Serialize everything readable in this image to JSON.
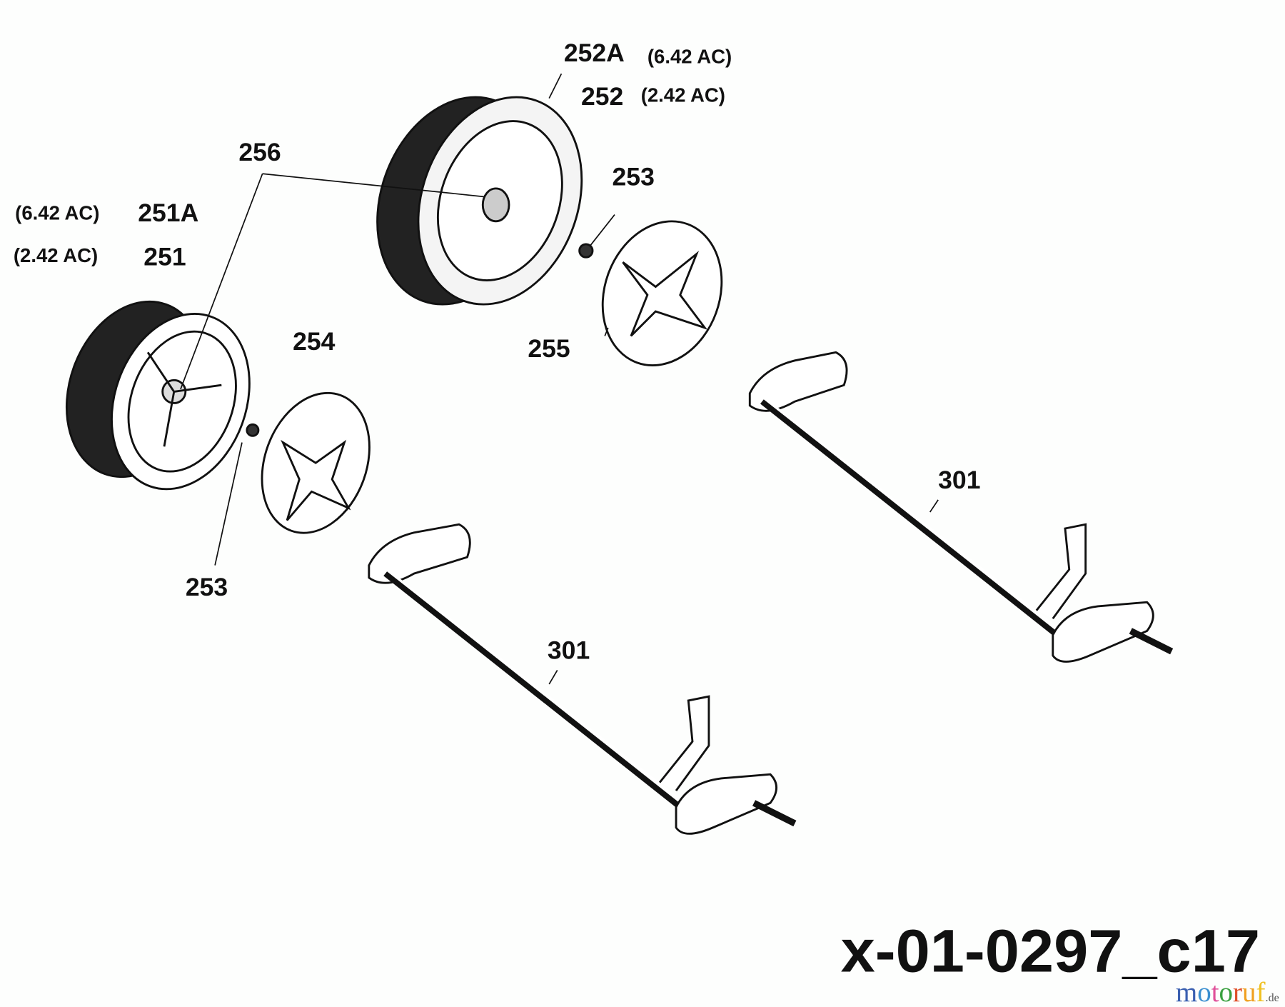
{
  "title": "x-01-0297_c17",
  "parts": {
    "p252A": "252A",
    "p252A_note": "(6.42 AC)",
    "p252": "252",
    "p252_note": "(2.42 AC)",
    "p256": "256",
    "p253_right": "253",
    "p251A_note": "(6.42 AC)",
    "p251A": "251A",
    "p251_note": "(2.42 AC)",
    "p251": "251",
    "p254": "254",
    "p255": "255",
    "p253_left": "253",
    "p301_right": "301",
    "p301_left": "301"
  },
  "watermark": {
    "brand": "motoruf",
    "tld": ".de"
  }
}
